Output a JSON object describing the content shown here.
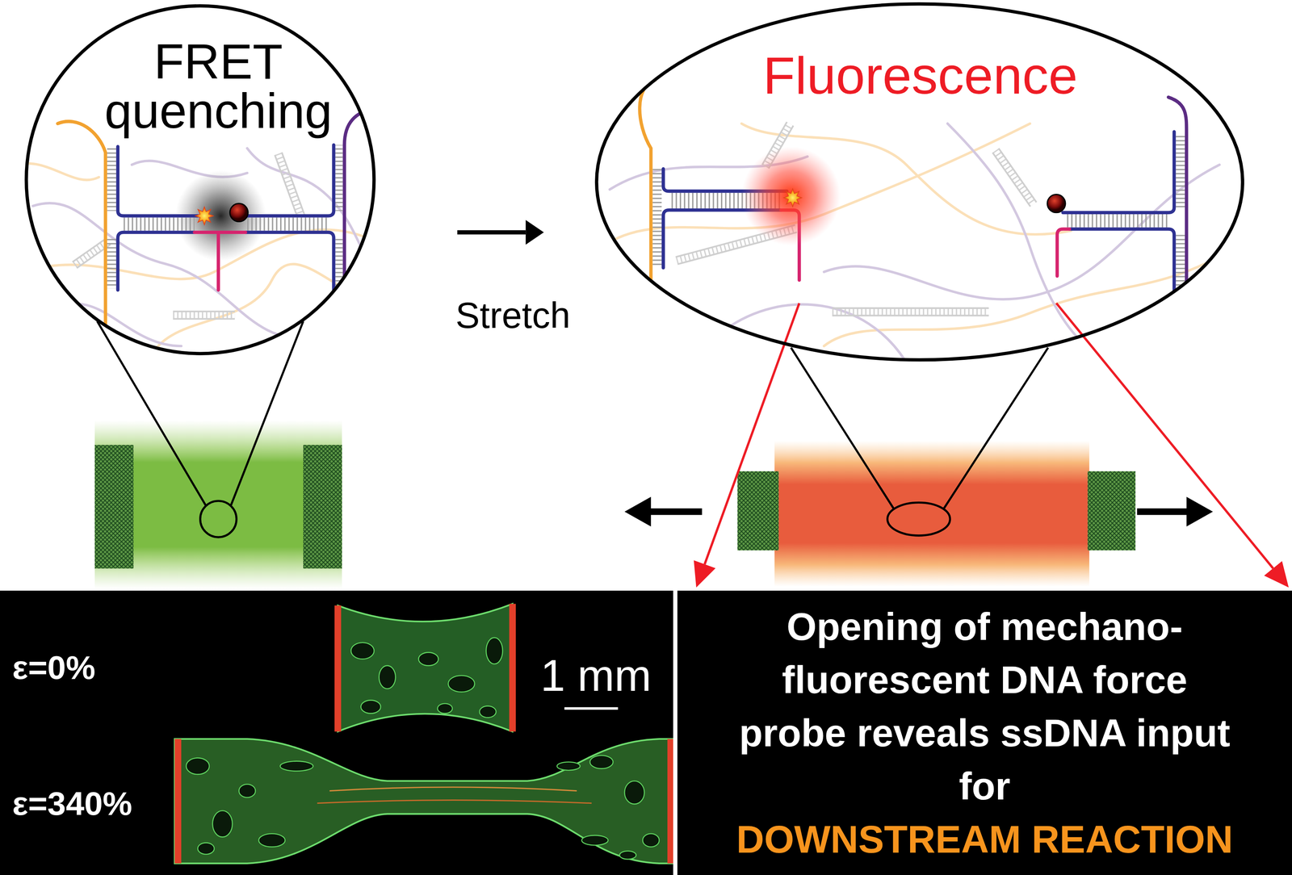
{
  "diagram": {
    "nodes": [
      {
        "text": [
          "FRET quenching"
        ]
      },
      {
        "text": [
          "Fluorescence"
        ]
      },
      {
        "text": [
          "ε=0%",
          "ε=340%",
          "1 mm"
        ]
      },
      {
        "text": [
          "Opening of mechano- fluorescent DNA force probe reveals ssDNA input for",
          "DOWNSTREAM REACTION"
        ]
      }
    ],
    "edges": [
      {
        "from": 0,
        "to": 1,
        "arrow": "to",
        "label": "Stretch"
      },
      {
        "from": 1,
        "to": 3,
        "arrow": "to"
      },
      {
        "from": 1,
        "to": 3,
        "arrow": "to"
      }
    ]
  }
}
